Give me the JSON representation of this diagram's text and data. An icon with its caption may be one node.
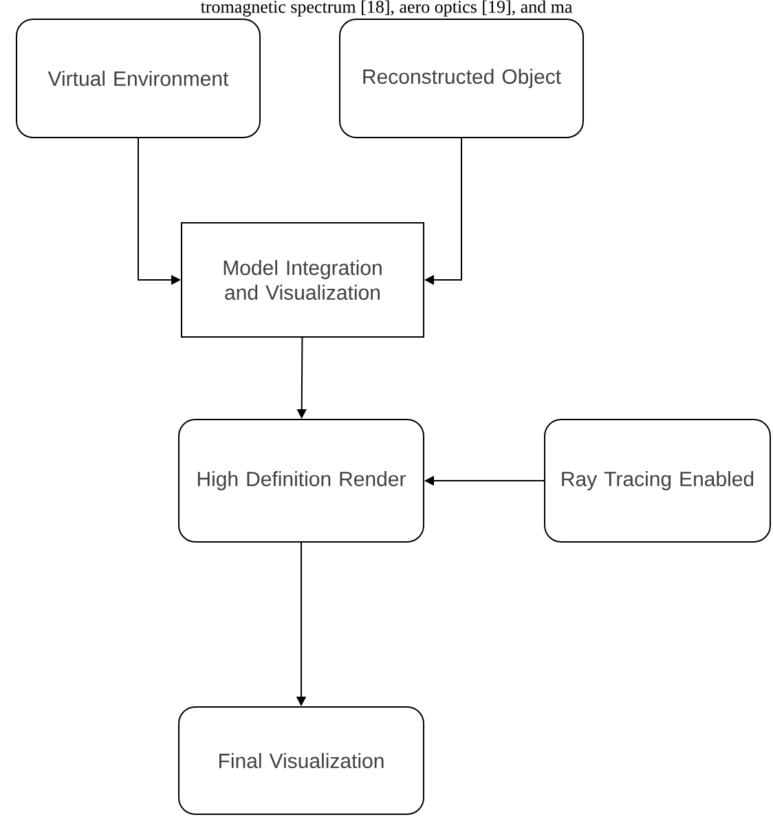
{
  "diagram": {
    "nodes": [
      {
        "text": [
          "Virtual Environment"
        ]
      },
      {
        "text": [
          "Reconstructed Object"
        ]
      },
      {
        "text": [
          "Model Integration and Visualization"
        ]
      },
      {
        "text": [
          "High Definition Render"
        ]
      },
      {
        "text": [
          "Ray Tracing Enabled"
        ]
      },
      {
        "text": [
          "Final Visualization"
        ]
      }
    ],
    "edges": [
      {
        "from": 0,
        "to": 2,
        "arrow": "to"
      },
      {
        "from": 1,
        "to": 2,
        "arrow": "to"
      },
      {
        "from": 2,
        "to": 3,
        "arrow": "to"
      },
      {
        "from": 4,
        "to": 3,
        "arrow": "to"
      },
      {
        "from": 3,
        "to": 5,
        "arrow": "to"
      }
    ],
    "labels": [
      "tromagnetic spectrum [18], aero optics [19], and ma"
    ]
  }
}
